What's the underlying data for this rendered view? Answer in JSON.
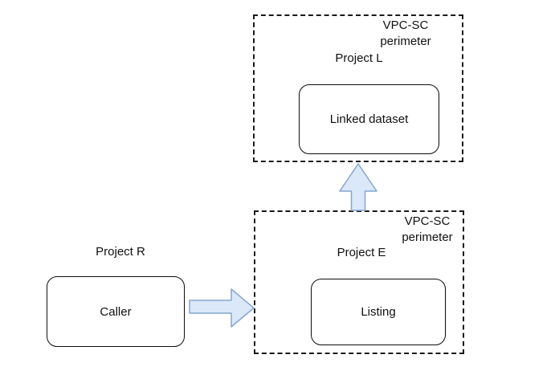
{
  "colors": {
    "arrow_fill": "#dbe8fa",
    "arrow_stroke": "#84a6d0",
    "line_color": "#1a1a1a"
  },
  "top_perimeter": {
    "perimeter_label": "VPC-SC\nperimeter",
    "project_label": "Project L",
    "node_label": "Linked dataset"
  },
  "bottom_perimeter": {
    "perimeter_label": "VPC-SC\nperimeter",
    "project_label": "Project E",
    "node_label": "Listing"
  },
  "external": {
    "project_label": "Project R",
    "node_label": "Caller"
  },
  "arrows": {
    "caller_to_listing": "right",
    "listing_to_linked_dataset": "up"
  }
}
